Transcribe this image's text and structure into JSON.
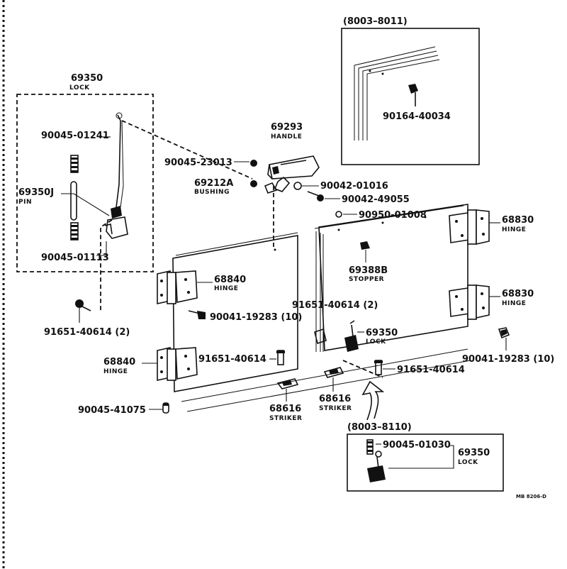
{
  "labels": {
    "lock_left_num": "69350",
    "lock_left_name": "LOCK",
    "screw_01241": "90045-01241",
    "pin_num": "69350J",
    "pin_name": "PIN",
    "screw_01113": "90045-01113",
    "bolt_91651_left": "91651-40614 (2)",
    "screw_23013": "90045-23013",
    "handle_num": "69293",
    "handle_name": "HANDLE",
    "bushing_num": "69212A",
    "bushing_name": "BUSHING",
    "part_01016": "90042-01016",
    "part_49055": "90042-49055",
    "part_01008": "90950-01008",
    "range_top": "(8003–8011)",
    "part_40034": "90164-40034",
    "hinge_r_top_num": "68830",
    "hinge_r_top_name": "HINGE",
    "hinge_r_bot_num": "68830",
    "hinge_r_bot_name": "HINGE",
    "stopper_num": "69388B",
    "stopper_name": "STOPPER",
    "hinge_l_top_num": "68840",
    "hinge_l_top_name": "HINGE",
    "hinge_l_bot_num": "68840",
    "hinge_l_bot_name": "HINGE",
    "bolt_19283_mid": "90041-19283 (10)",
    "bolt_91651_mid2": "91651-40614 (2)",
    "lock_mid_num": "69350",
    "lock_mid_name": "LOCK",
    "bolt_19283_right": "90041-19283 (10)",
    "bolt_91651_mid": "91651-40614",
    "bolt_91651_right": "91651-40614",
    "screw_41075": "90045-41075",
    "striker_left_num": "68616",
    "striker_left_name": "STRIKER",
    "striker_right_num": "68616",
    "striker_right_name": "STRIKER",
    "range_bottom": "(8003–8110)",
    "screw_01030": "90045-01030",
    "lock_box_num": "69350",
    "lock_box_name": "LOCK",
    "diagram_code": "MB 8206-D"
  }
}
